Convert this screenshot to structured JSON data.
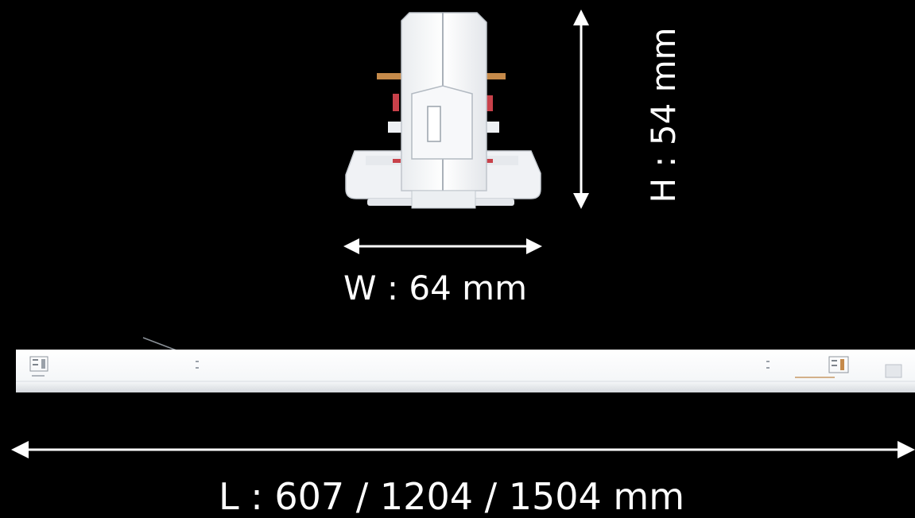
{
  "colors": {
    "background": "#000000",
    "dimension_lines": "#ffffff",
    "fixture_body": "#f2f4f6",
    "fixture_shadow": "#c9ced4",
    "copper_pins": "#c58a4a",
    "red_clips": "#c8414a"
  },
  "dimensions": {
    "height_label": "H : 54 mm",
    "width_label": "W : 64 mm",
    "length_label": "L : 607 / 1204 / 1504 mm"
  }
}
